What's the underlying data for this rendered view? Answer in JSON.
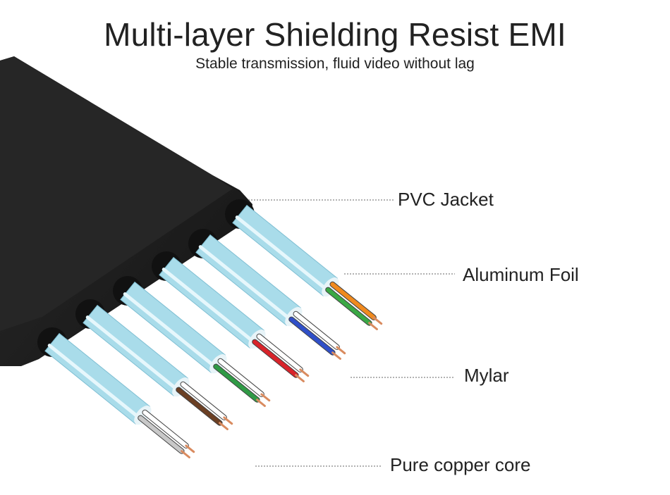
{
  "header": {
    "title": "Multi-layer Shielding Resist EMI",
    "subtitle": "Stable transmission, fluid video without lag"
  },
  "callouts": [
    {
      "id": "pvc",
      "label": "PVC Jacket"
    },
    {
      "id": "foil",
      "label": "Aluminum Foil"
    },
    {
      "id": "mylar",
      "label": "Mylar"
    },
    {
      "id": "copper",
      "label": "Pure copper core"
    }
  ],
  "colors": {
    "jacket": "#1e1e1e",
    "foil": "#a9dcea",
    "leader_line": "#555555",
    "copper": "#d98b5f",
    "wire_pairs": [
      [
        "#f08a1e",
        "#3aa845"
      ],
      [
        "#ffffff",
        "#2f4fc8"
      ],
      [
        "#ffffff",
        "#d8232a"
      ],
      [
        "#ffffff",
        "#2f9a45"
      ],
      [
        "#ffffff",
        "#6b3f23"
      ],
      [
        "#ffffff",
        "#c8c8c8"
      ]
    ]
  }
}
